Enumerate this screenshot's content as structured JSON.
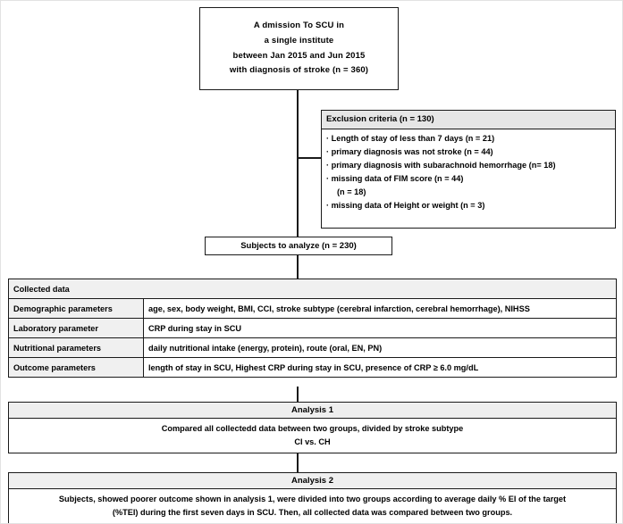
{
  "diagram": {
    "title": "Study flow diagram",
    "admission": {
      "name": "admission-box",
      "lines": [
        "A dmission To SCU in",
        "a single institute",
        "between Jan 2015 and Jun 2015",
        "with diagnosis of stroke (n = 360)"
      ]
    },
    "exclusion": {
      "header": "Exclusion criteria (n = 130)",
      "items": [
        "· Length of stay of less than 7 days (n = 21)",
        "· primary diagnosis was not stroke (n = 44)",
        "· primary diagnosis with subarachnoid hemorrhage (n= 18)",
        "· missing data of  FIM  score (n = 44)",
        "(n = 18)",
        "· missing data of Height or weight (n = 3)"
      ]
    },
    "subjects": {
      "label": "Subjects to analyze (n = 230)"
    },
    "collected_data": {
      "header": "Collected data",
      "rows": [
        {
          "label": "Demographic parameters",
          "value": "age, sex, body weight, BMI, CCI, stroke subtype (cerebral infarction, cerebral hemorrhage), NIHSS"
        },
        {
          "label": "Laboratory parameter",
          "value": "CRP during stay in SCU"
        },
        {
          "label": "Nutritional parameters",
          "value": "daily nutritional intake (energy, protein), route (oral, EN, PN)"
        },
        {
          "label": "Outcome parameters",
          "value": "length of stay in SCU, Highest CRP during stay in SCU, presence of CRP ≥ 6.0 mg/dL"
        }
      ]
    },
    "analysis_1": {
      "title": "Analysis 1",
      "line1": "Compared all collectedd data between two groups,  divided by stroke subtype",
      "line2": "CI vs. CH"
    },
    "analysis_2": {
      "title": "Analysis 2",
      "line1": "Subjects, showed poorer outcome shown in analysis 1, were divided into two groups according to average daily % EI of the target",
      "line2": "(%TEI) during the first seven days in SCU. Then, all collected data was compared between two groups."
    },
    "colors": {
      "border": "#1a1a1a",
      "shade_header": "#e6e6e6",
      "shade_label": "#f0f0f0",
      "background": "#ffffff"
    }
  }
}
